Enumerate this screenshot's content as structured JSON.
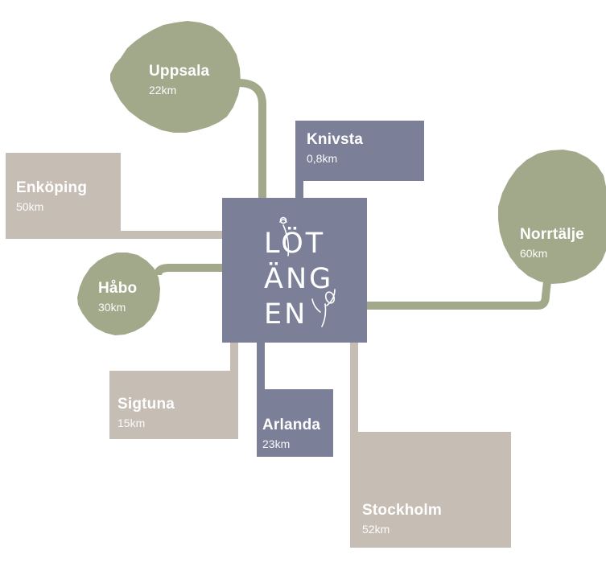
{
  "logo": {
    "line1": "LÖT",
    "line2": "ÄNG",
    "line3": "EN"
  },
  "colors": {
    "sage": "#a2a98a",
    "beige": "#c6bdb4",
    "slate": "#7b7f97",
    "text": "#ffffff"
  },
  "destinations": [
    {
      "id": "uppsala",
      "name": "Uppsala",
      "distance": "22km",
      "shape": "leaf",
      "color": "sage"
    },
    {
      "id": "knivsta",
      "name": "Knivsta",
      "distance": "0,8km",
      "shape": "box",
      "color": "slate"
    },
    {
      "id": "enkoping",
      "name": "Enköping",
      "distance": "50km",
      "shape": "box",
      "color": "beige"
    },
    {
      "id": "norrtalje",
      "name": "Norrtälje",
      "distance": "60km",
      "shape": "leaf",
      "color": "sage"
    },
    {
      "id": "habo",
      "name": "Håbo",
      "distance": "30km",
      "shape": "leaf",
      "color": "sage"
    },
    {
      "id": "sigtuna",
      "name": "Sigtuna",
      "distance": "15km",
      "shape": "box",
      "color": "beige"
    },
    {
      "id": "arlanda",
      "name": "Arlanda",
      "distance": "23km",
      "shape": "box",
      "color": "slate"
    },
    {
      "id": "stockholm",
      "name": "Stockholm",
      "distance": "52km",
      "shape": "box",
      "color": "beige"
    }
  ]
}
